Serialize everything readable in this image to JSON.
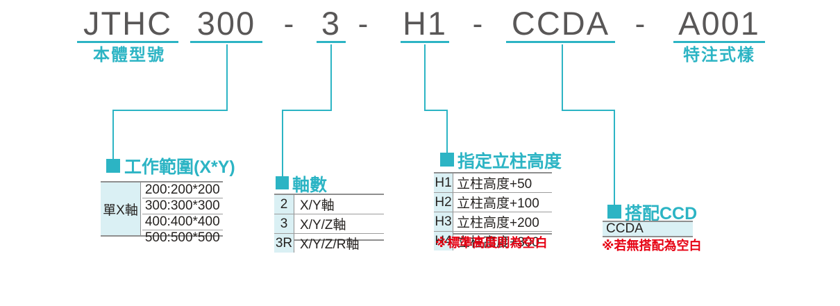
{
  "header": {
    "separator": "-",
    "segments": [
      {
        "text": "JTHC",
        "label": "本體型號"
      },
      {
        "text": "300"
      },
      {
        "text": "3"
      },
      {
        "text": "H1"
      },
      {
        "text": "CCDA"
      },
      {
        "text": "A001",
        "label": "特注式樣"
      }
    ]
  },
  "working_range_table": {
    "title": "工作範圍(X*Y)",
    "row_header": "單X軸",
    "values": [
      "200:200*200",
      "300:300*300",
      "400:400*400",
      "500:500*500"
    ]
  },
  "axis_table": {
    "title": "軸數",
    "rows": [
      {
        "code": "2",
        "desc": "X/Y軸"
      },
      {
        "code": "3",
        "desc": "X/Y/Z軸"
      },
      {
        "code": "3R",
        "desc": "X/Y/Z/R軸"
      }
    ]
  },
  "column_height_table": {
    "title": "指定立柱高度",
    "rows": [
      {
        "code": "H1",
        "desc": "立柱高度+50"
      },
      {
        "code": "H2",
        "desc": "立柱高度+100"
      },
      {
        "code": "H3",
        "desc": "立柱高度+200"
      },
      {
        "code": "H4",
        "desc": "立柱高度+300"
      }
    ],
    "note": "※標準高度則為空白"
  },
  "ccd_table": {
    "title": "搭配CCD",
    "value": "CCDA",
    "note": "※若無搭配為空白"
  },
  "colors": {
    "accent": "#2cb4c4",
    "light_cell": "#daf0f4",
    "note_red": "#e60012",
    "code_gray": "#595757"
  }
}
